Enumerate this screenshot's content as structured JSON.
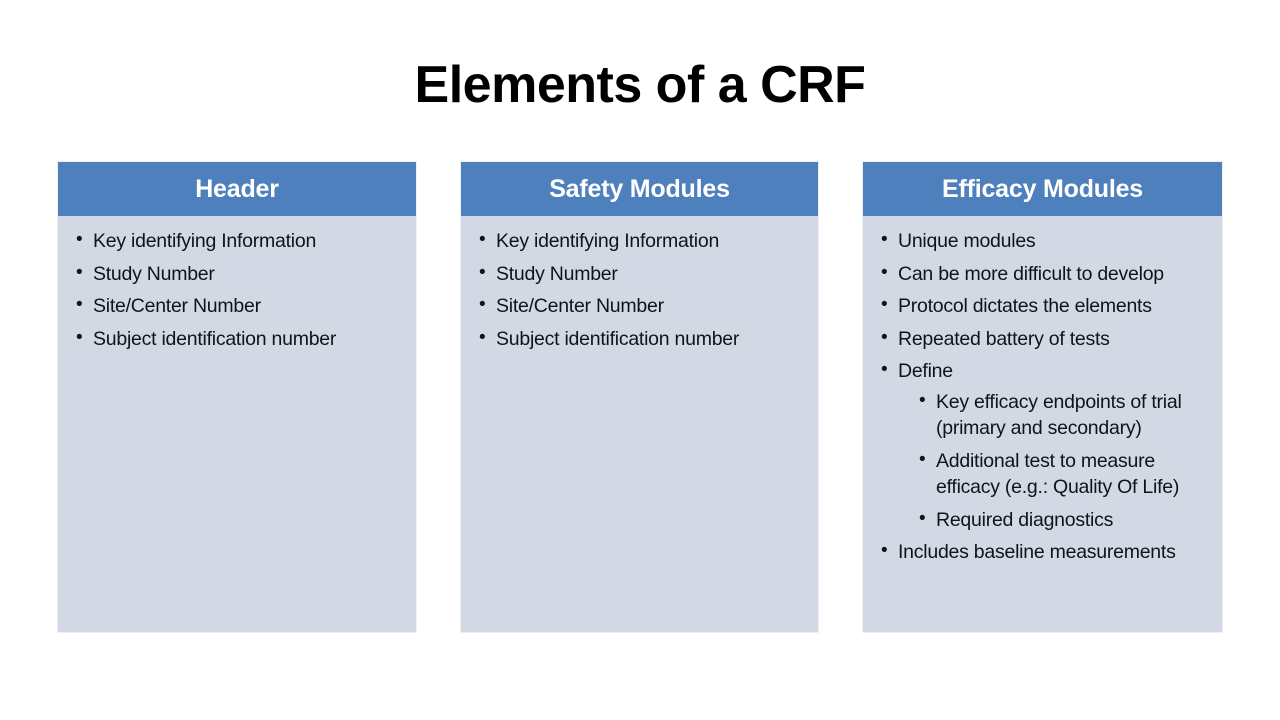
{
  "slide": {
    "title": "Elements of a CRF",
    "background_color": "#ffffff",
    "accent_color": "#4f80be",
    "card_body_color": "#d3d9e4",
    "header_text_color": "#ffffff",
    "body_text_color": "#111317"
  },
  "columns": [
    {
      "header": "Header",
      "bullets": [
        {
          "text": "Key identifying Information"
        },
        {
          "text": "Study Number"
        },
        {
          "text": "Site/Center Number"
        },
        {
          "text": "Subject identification number"
        }
      ]
    },
    {
      "header": "Safety Modules",
      "bullets": [
        {
          "text": "Key identifying Information"
        },
        {
          "text": "Study Number"
        },
        {
          "text": "Site/Center Number"
        },
        {
          "text": "Subject identification number"
        }
      ]
    },
    {
      "header": "Efficacy Modules",
      "bullets": [
        {
          "text": "Unique modules"
        },
        {
          "text": "Can be more difficult to develop"
        },
        {
          "text": "Protocol dictates the elements"
        },
        {
          "text": "Repeated battery of tests"
        },
        {
          "text": "Define",
          "sub_bullets": [
            {
              "text": "Key efficacy endpoints of trial (primary and secondary)"
            },
            {
              "text": "Additional test to measure efficacy (e.g.: Quality Of Life)"
            },
            {
              "text": "Required diagnostics"
            }
          ]
        },
        {
          "text": "Includes baseline measurements"
        }
      ]
    }
  ]
}
